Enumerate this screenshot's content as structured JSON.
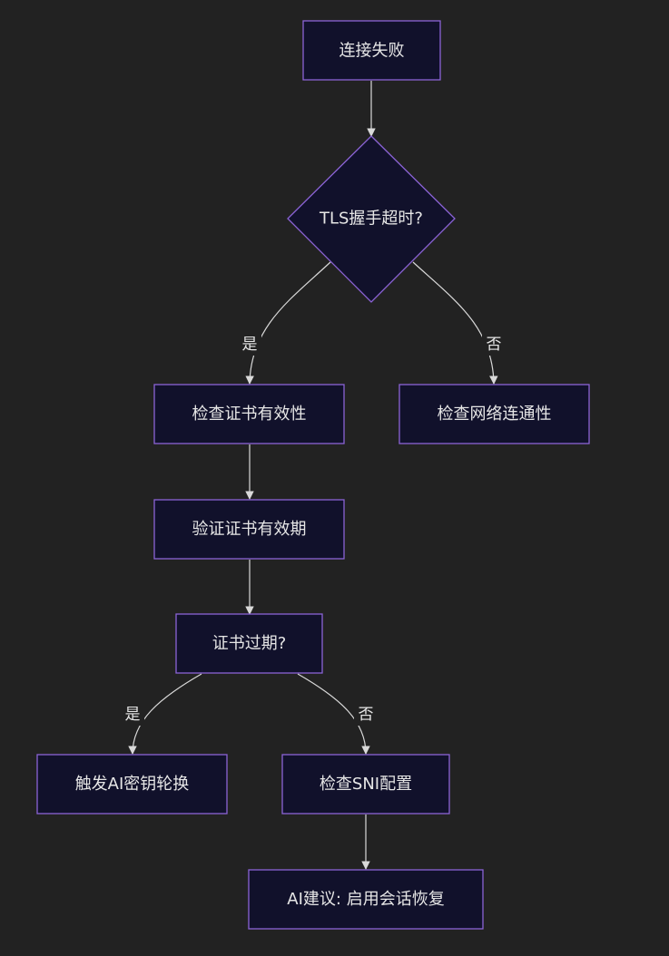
{
  "nodes": {
    "start": "连接失败",
    "tls_timeout": "TLS握手超时?",
    "check_cert": "检查证书有效性",
    "check_network": "检查网络连通性",
    "verify_expiry": "验证证书有效期",
    "cert_expired": "证书过期?",
    "rotate_key": "触发AI密钥轮换",
    "check_sni": "检查SNI配置",
    "ai_suggest": "AI建议: 启用会话恢复"
  },
  "edge_labels": {
    "tls_yes": "是",
    "tls_no": "否",
    "expired_yes": "是",
    "expired_no": "否"
  },
  "colors": {
    "background": "#222222",
    "node_fill": "#11112b",
    "node_border": "#8b63d6",
    "edge": "#d9d9d9",
    "text": "#e6e6e6"
  }
}
